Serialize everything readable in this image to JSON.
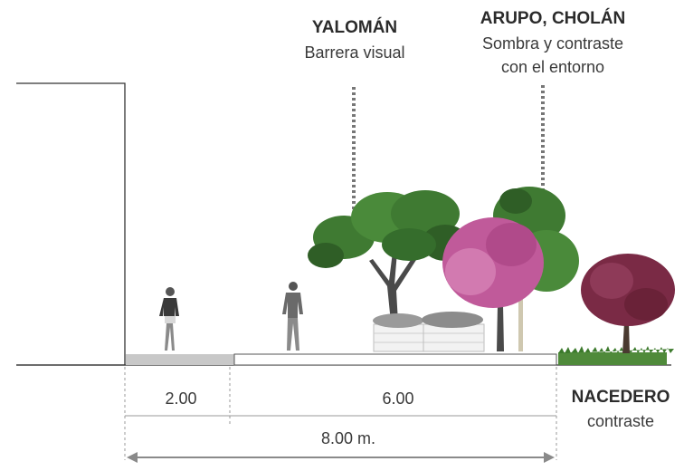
{
  "labels": {
    "yaloman": {
      "title": "YALOMÁN",
      "subtitle": "Barrera visual"
    },
    "arupo": {
      "title": "ARUPO, CHOLÁN",
      "line1": "Sombra y contraste",
      "line2": "con el entorno"
    },
    "nacedero": {
      "title": "NACEDERO",
      "subtitle": "contraste"
    }
  },
  "dimensions": {
    "sidewalk_width": "2.00",
    "green_width": "6.00",
    "total_width": "8.00 m."
  },
  "colors": {
    "line": "#333333",
    "sidewalk_gray": "#c8c8c8",
    "grass": "#4f8a3a",
    "tree_green": "#3f7a32",
    "tree_green_dark": "#2f5e26",
    "arupo_pink": "#c05a9a",
    "nacedero_red": "#7a2a45",
    "dotted": "#777777"
  }
}
